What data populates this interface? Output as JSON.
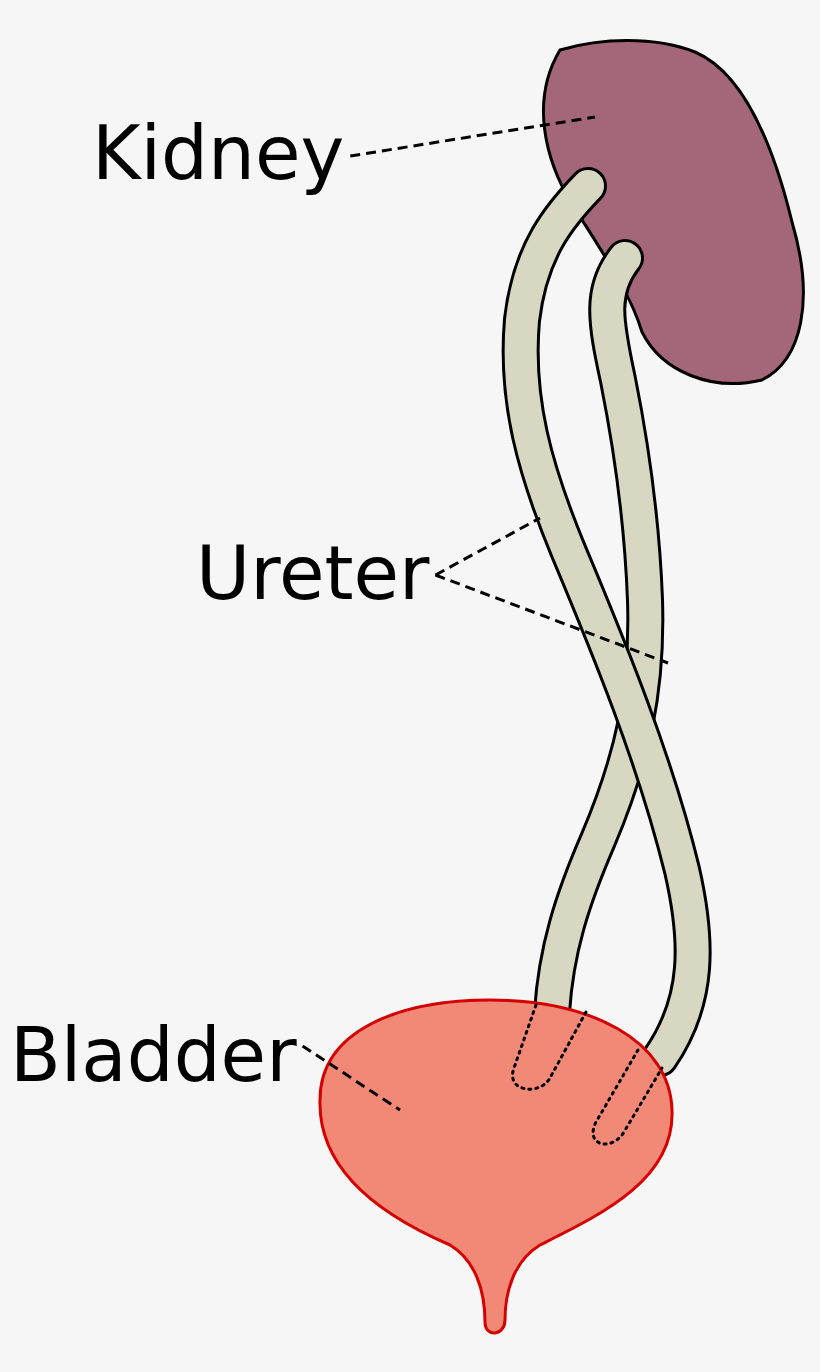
{
  "diagram": {
    "labels": [
      "Kidney",
      "Ureter",
      "Bladder"
    ]
  }
}
